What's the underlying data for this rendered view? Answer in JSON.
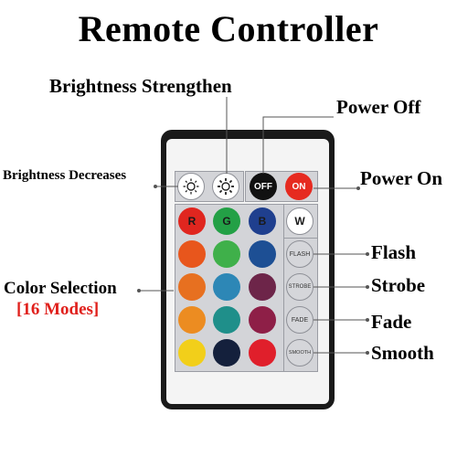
{
  "title": "Remote Controller",
  "labels": {
    "brightness_strengthen": "Brightness Strengthen",
    "power_off": "Power Off",
    "brightness_decreases": "Brightness Decreases",
    "power_on": "Power On",
    "color_selection": "Color Selection",
    "color_modes": "[16 Modes]",
    "flash": "Flash",
    "strobe": "Strobe",
    "fade": "Fade",
    "smooth": "Smooth"
  },
  "buttons": {
    "off": "OFF",
    "on": "ON",
    "r": "R",
    "g": "G",
    "b": "B",
    "w": "W",
    "flash": "FLASH",
    "strobe": "STROBE",
    "fade": "FADE",
    "smooth": "SMOOTH"
  },
  "colors": {
    "row1": [
      "#e0261f",
      "#23a046",
      "#1f3f8e"
    ],
    "row2": [
      "#e8561c",
      "#3fb04a",
      "#1d4f94"
    ],
    "row3": [
      "#e77020",
      "#2d87b6",
      "#6d2549"
    ],
    "row4": [
      "#ec8c21",
      "#1f8f8a",
      "#8e1f47"
    ],
    "row5": [
      "#f2cf1a",
      "#14203c",
      "#e01f2b"
    ],
    "off": "#111111",
    "on": "#e62a20",
    "white": "#ffffff",
    "modes_label": "#e0201c"
  },
  "icons": {
    "brightness_down": "sun-dim-icon",
    "brightness_up": "sun-bright-icon"
  }
}
